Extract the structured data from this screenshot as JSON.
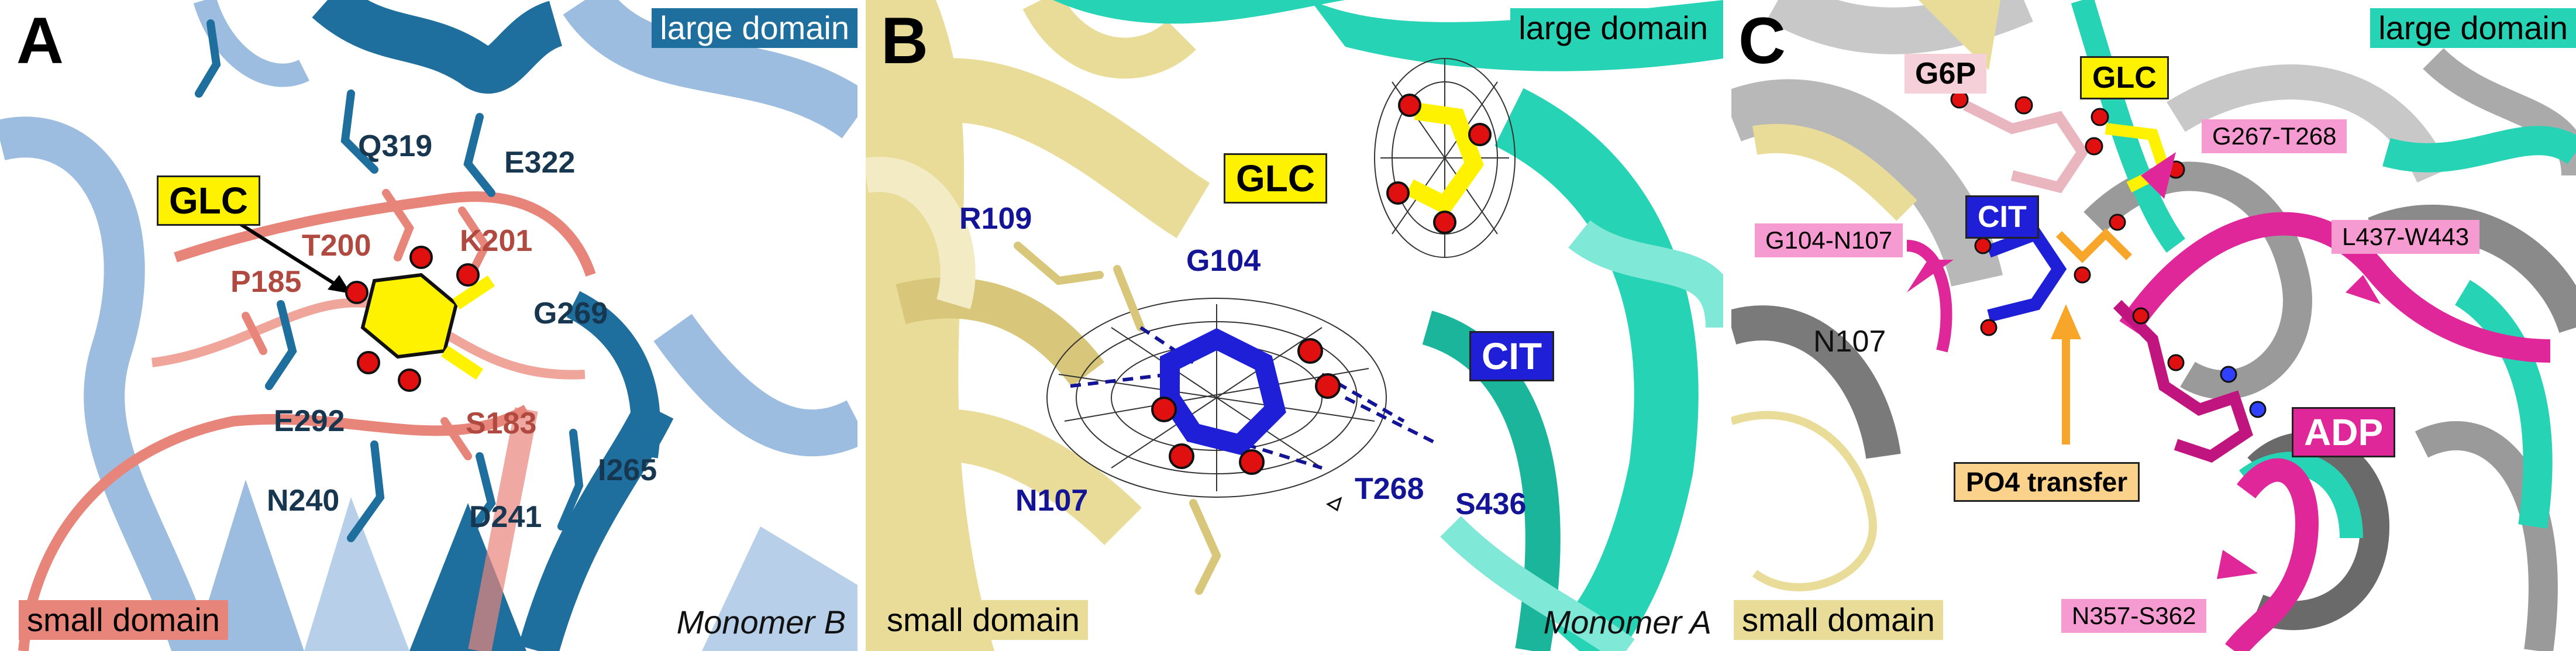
{
  "colors": {
    "large_domain_blue": "#1f6f9e",
    "light_blue": "#9dbde0",
    "small_domain_salmon": "#e8857a",
    "small_domain_khaki": "#e9dc98",
    "large_domain_teal": "#26d3b4",
    "glc_yellow": "#fff200",
    "cit_blue": "#1f1fd8",
    "adp_magenta": "#e0279a",
    "po4_orange": "#f8a62a",
    "po4_box": "#fbd28c"
  },
  "panel_a": {
    "letter": "A",
    "large_domain": "large domain",
    "small_domain": "small domain",
    "monomer": "Monomer B",
    "glc": "GLC",
    "residues_dark": [
      "Q319",
      "E322",
      "G269",
      "E292",
      "N240",
      "D241",
      "I265"
    ],
    "residues_red": [
      "T200",
      "K201",
      "P185",
      "S183"
    ]
  },
  "panel_b": {
    "letter": "B",
    "large_domain": "large domain",
    "small_domain": "small domain",
    "monomer": "Monomer A",
    "glc": "GLC",
    "cit": "CIT",
    "residues": [
      "R109",
      "G104",
      "N107",
      "T268",
      "S436"
    ]
  },
  "panel_c": {
    "letter": "C",
    "large_domain": "large domain",
    "small_domain": "small domain",
    "g6p": "G6P",
    "glc": "GLC",
    "cit": "CIT",
    "adp": "ADP",
    "po4": "PO4 transfer",
    "n107": "N107",
    "segments": [
      "G104-N107",
      "G267-T268",
      "L437-W443",
      "N357-S362"
    ]
  }
}
